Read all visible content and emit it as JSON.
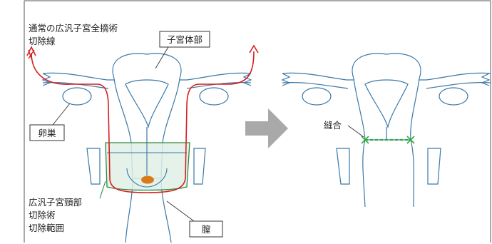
{
  "labels": {
    "radical_hysterectomy_line": [
      "通常の広汎子宮全摘術",
      "切除線"
    ],
    "uterine_body": "子宮体部",
    "ovary": "卵巣",
    "trachelectomy": [
      "広汎子宮頸部",
      "切除術",
      "切除範囲"
    ],
    "vagina": "膣",
    "suture": "縫合"
  },
  "colors": {
    "outline": "#3a78a8",
    "red_line": "#d42020",
    "excision_fill": "#dff0e6",
    "excision_stroke": "#2e8a3e",
    "cervix_os": "#d97a18",
    "arrow": "#a9a9a9",
    "suture": "#2eaa3e"
  },
  "icons": {
    "transition": "right-arrow-icon"
  }
}
